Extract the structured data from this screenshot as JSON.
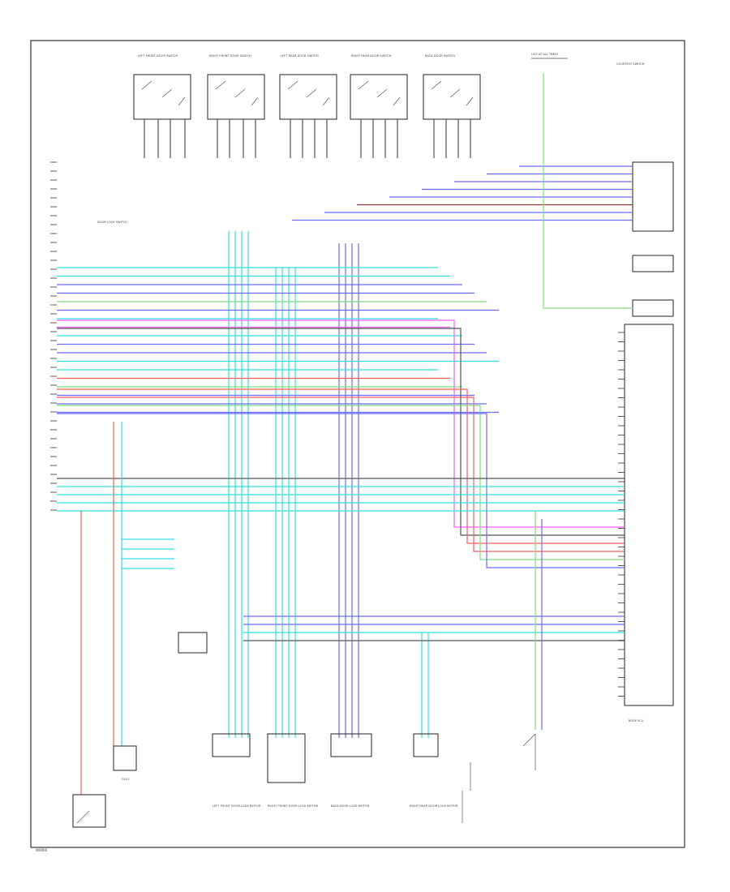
{
  "diagram": {
    "footer_code": "W0000",
    "colors": {
      "blue": "#6b6bff",
      "cyan": "#33e0e0",
      "red": "#ff5c5c",
      "green": "#7dde7d",
      "magenta": "#ff5cff",
      "gray": "#555555",
      "maroon": "#8b3a3a",
      "black": "#222222"
    },
    "top_switches": [
      {
        "name": "left-front-door-switch",
        "label": "LEFT FRONT DOOR SWITCH"
      },
      {
        "name": "right-front-door-switch",
        "label": "RIGHT FRONT DOOR SWITCH"
      },
      {
        "name": "left-rear-door-switch",
        "label": "LEFT REAR DOOR SWITCH"
      },
      {
        "name": "right-rear-door-switch",
        "label": "RIGHT REAR DOOR SWITCH"
      },
      {
        "name": "back-door-switch",
        "label": "BACK DOOR SWITCH"
      }
    ],
    "bottom_connectors": [
      {
        "name": "left-front-door-lock-motor",
        "label": "LEFT FRONT DOOR LOCK MOTOR"
      },
      {
        "name": "right-front-door-lock-motor",
        "label": "RIGHT FRONT DOOR LOCK MOTOR"
      },
      {
        "name": "back-door-lock-motor",
        "label": "BACK DOOR LOCK MOTOR"
      },
      {
        "name": "right-rear-door-lock-motor",
        "label": "RIGHT REAR DOOR LOCK MOTOR"
      }
    ],
    "right_module": {
      "label": "BODY ECU"
    },
    "side_labels": [
      {
        "name": "hot-at-all-times-label",
        "label": "HOT AT ALL TIMES"
      },
      {
        "name": "courtesy-switch-label",
        "label": "COURTESY SWITCH"
      },
      {
        "name": "door-lock-switch-label",
        "label": "DOOR LOCK SWITCH"
      },
      {
        "name": "ground-label",
        "label": "G101"
      }
    ]
  }
}
